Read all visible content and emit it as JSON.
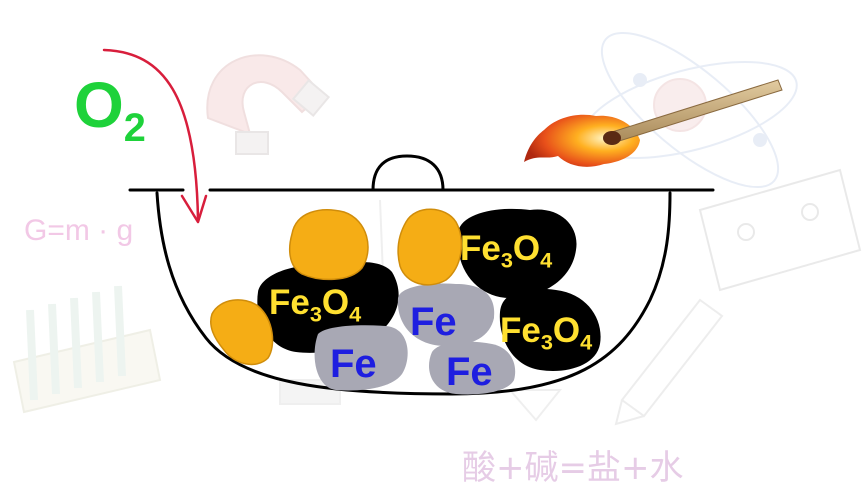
{
  "oxygen": {
    "symbol": "O",
    "subscript": "2"
  },
  "labels": {
    "fe3o4": {
      "prefix": "Fe",
      "sub1": "3",
      "mid": "O",
      "sub2": "4"
    },
    "fe": "Fe"
  },
  "background_text": {
    "formula": "G=m · g",
    "equation": "酸+碱=盐+水"
  },
  "colors": {
    "oxygen_text": "#1ed23a",
    "arrow": "#d81e3c",
    "fe3o4_text": "#ffe030",
    "fe_text": "#1e1ee0",
    "iron_oxide_black": "#000000",
    "iron_gray": "#a8a8b4",
    "flame_orange": "#f5ad15",
    "match_stick": "#c8ae82"
  }
}
